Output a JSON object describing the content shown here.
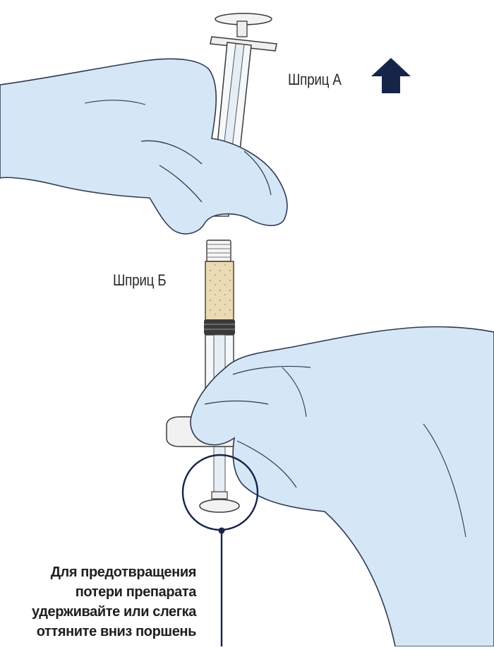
{
  "labels": {
    "syringe_a": "Шприц А",
    "syringe_b": "Шприц Б"
  },
  "note": {
    "lines": [
      "Для предотвращения",
      "потери препарата",
      "удерживайте или слегка",
      "оттяните вниз поршень"
    ]
  },
  "arrow": {
    "direction": "up",
    "color": "#17244a"
  },
  "colors": {
    "glove_fill": "#d5e6f7",
    "glove_outline": "#2f3a52",
    "callout": "#17244a",
    "syringe_contents": "#eadbb2",
    "stopper": "#a88e6e"
  },
  "icons": [
    "arrow-up-icon"
  ]
}
